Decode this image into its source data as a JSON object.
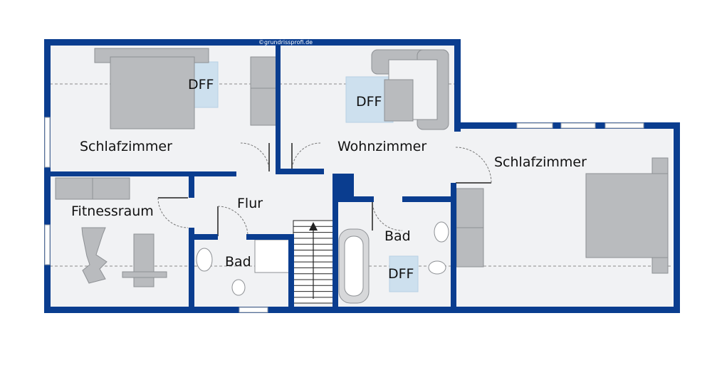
{
  "copyright": "©grundrissprofi.de",
  "colors": {
    "wall": "#0a3d8f",
    "floor": "#f1f2f4",
    "furniture": "#b9bbbe",
    "furniture_stroke": "#8d9094",
    "dff_fill": "#cde0ee",
    "dashed_line": "#8a8a8a",
    "window": "#ffffff"
  },
  "rooms": {
    "schlafzimmer_1": "Schlafzimmer",
    "wohnzimmer": "Wohnzimmer",
    "schlafzimmer_2": "Schlafzimmer",
    "fitnessraum": "Fitnessraum",
    "flur": "Flur",
    "bad_1": "Bad",
    "bad_2": "Bad"
  },
  "skylights": {
    "dff_1": "DFF",
    "dff_2": "DFF",
    "dff_3": "DFF"
  }
}
